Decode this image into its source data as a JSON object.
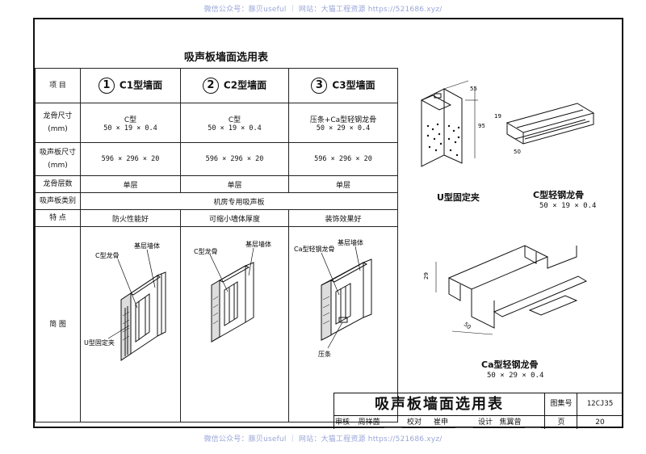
{
  "watermark_top": "微信公众号：豚贝useful ｜ 网站：大猫工程资源 https://521686.xyz/",
  "watermark_bottom": "微信公众号：豚贝useful ｜ 网站：大猫工程资源 https://521686.xyz/",
  "title": "吸声板墙面选用表",
  "table": {
    "row_headers": {
      "item": "项 目",
      "keel_size": "龙骨尺寸",
      "keel_size_unit": "(mm)",
      "panel_size": "吸声板尺寸",
      "panel_size_unit": "(mm)",
      "keel_layers": "龙骨层数",
      "panel_type": "吸声板类别",
      "feature": "特 点",
      "diagram": "简 图"
    },
    "columns": [
      {
        "num": "1",
        "name": "C1型墙面",
        "keel_type": "C型",
        "keel_dim": "50 × 19 × 0.4",
        "panel_dim": "596 × 296 × 20",
        "layers": "单层",
        "feature": "防火性能好"
      },
      {
        "num": "2",
        "name": "C2型墙面",
        "keel_type": "C型",
        "keel_dim": "50 × 19 × 0.4",
        "panel_dim": "596 × 296 × 20",
        "layers": "单层",
        "feature": "可缩小墙体厚度"
      },
      {
        "num": "3",
        "name": "C3型墙面",
        "keel_type": "压条+Ca型轻钢龙骨",
        "keel_dim": "50 × 29 × 0.4",
        "panel_dim": "596 × 296 × 20",
        "layers": "单层",
        "feature": "装饰效果好"
      }
    ],
    "panel_type_value": "机房专用吸声板",
    "diagram_labels": {
      "c1_keel": "C型龙骨",
      "c1_wall": "基层墙体",
      "c1_clip": "U型固定夹",
      "c2_keel": "C型龙骨",
      "c2_wall": "基层墙体",
      "c3_keel": "Ca型轻钢龙骨",
      "c3_wall": "基层墙体",
      "c3_strip": "压条"
    }
  },
  "parts": {
    "u_clip": "U型固定夹",
    "c_keel": "C型轻钢龙骨",
    "c_keel_spec": "50 × 19 × 0.4",
    "ca_keel": "Ca型轻钢龙骨",
    "ca_keel_spec": "50 × 29 × 0.4",
    "dims": {
      "u_a": "55",
      "u_b": "95",
      "c_h": "19",
      "c_w": "50",
      "ca_h": "29",
      "ca_w": "50"
    }
  },
  "title_block": {
    "big_title": "吸声板墙面选用表",
    "atlas_label": "图集号",
    "atlas_no": "12CJ35",
    "page_label": "页",
    "page_no": "20",
    "review_label": "审核",
    "reviewer": "周祥茵",
    "check_label": "校对",
    "checker": "崔申",
    "design_label": "设计",
    "designer": "焦翼曾"
  }
}
